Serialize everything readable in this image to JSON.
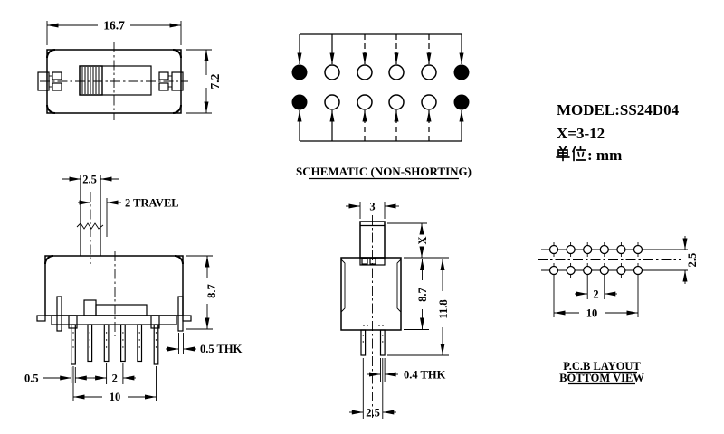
{
  "colors": {
    "line": "#000000",
    "background": "#ffffff"
  },
  "top_view": {
    "width_dim": "16.7",
    "height_dim": "7.2"
  },
  "schematic": {
    "caption": "SCHEMATIC (NON-SHORTING)",
    "rows": 2,
    "positions_per_row": 6
  },
  "info": {
    "model": "MODEL:SS24D04",
    "x_range": "X=3-12",
    "unit_label": "单位: mm",
    "unit_suffix": ": mm"
  },
  "front_view": {
    "knob_width_dim": "2.5",
    "travel_dim": "2 TRAVEL",
    "height_dim": "8.7",
    "bracket_thk_dim": "0.5 THK",
    "pin_width_dim": "0.5",
    "pin_pitch_dim": "2",
    "pin_span_dim": "10"
  },
  "side_view": {
    "knob_width_dim": "3",
    "knob_height_dim": "X",
    "body_height_dim": "8.7",
    "total_height_dim": "11.8",
    "pin_thk_dim": "0.4 THK",
    "row_pitch_dim": "2.5"
  },
  "pcb_layout": {
    "row_pitch_dim": "2.5",
    "pitch_dim": "2",
    "span_dim": "10",
    "caption_line1": "P.C.B LAYOUT",
    "caption_line2": "BOTTOM VIEW"
  }
}
